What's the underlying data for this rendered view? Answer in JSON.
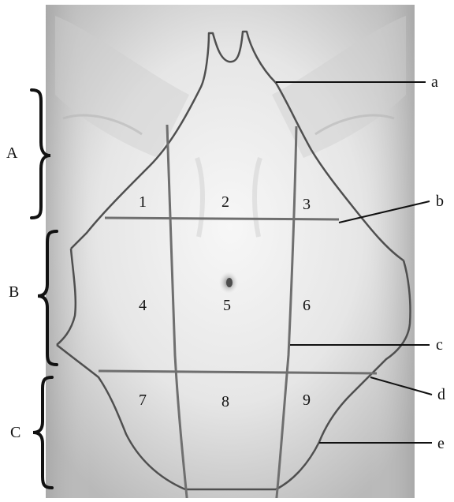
{
  "diagram": {
    "regions": [
      {
        "id": "r1",
        "label": "1"
      },
      {
        "id": "r2",
        "label": "2"
      },
      {
        "id": "r3",
        "label": "3"
      },
      {
        "id": "r4",
        "label": "4"
      },
      {
        "id": "r5",
        "label": "5"
      },
      {
        "id": "r6",
        "label": "6"
      },
      {
        "id": "r7",
        "label": "7"
      },
      {
        "id": "r8",
        "label": "8"
      },
      {
        "id": "r9",
        "label": "9"
      }
    ],
    "callouts": [
      {
        "id": "a",
        "label": "a"
      },
      {
        "id": "b",
        "label": "b"
      },
      {
        "id": "c",
        "label": "c"
      },
      {
        "id": "d",
        "label": "d"
      },
      {
        "id": "e",
        "label": "e"
      }
    ],
    "groups": [
      {
        "id": "A",
        "label": "A"
      },
      {
        "id": "B",
        "label": "B"
      },
      {
        "id": "C",
        "label": "C"
      }
    ],
    "colors": {
      "skin_light": "#f2f2f2",
      "skin_mid": "#d6d6d6",
      "skin_dark": "#a9a9a9",
      "boundary_line": "#555555",
      "grid_line": "#6f6f6f",
      "ink": "#111111"
    }
  }
}
